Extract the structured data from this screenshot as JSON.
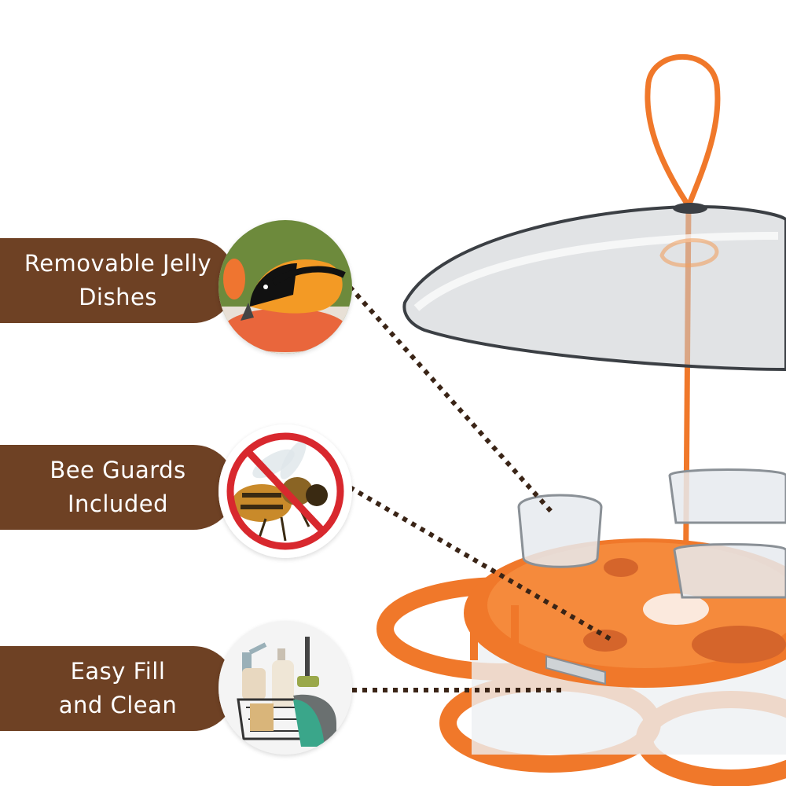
{
  "colors": {
    "brown": "#6e4124",
    "orange": "#f0782a",
    "dots": "#3a2416"
  },
  "features": [
    {
      "line1": "Removable Jelly",
      "line2": "Dishes",
      "icon": "oriole-eating-icon"
    },
    {
      "line1": "Bee Guards",
      "line2": "Included",
      "icon": "no-bee-icon"
    },
    {
      "line1": "Easy Fill",
      "line2": "and Clean",
      "icon": "cleaning-supplies-icon"
    }
  ]
}
